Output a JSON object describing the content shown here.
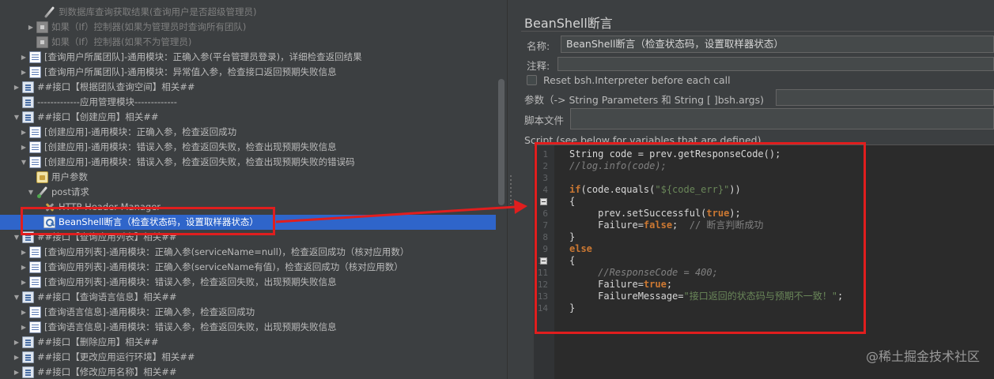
{
  "tree": {
    "rows": [
      {
        "label": "到数据库查询获取结果(查询用户是否超级管理员)",
        "icon": "feather-icon",
        "dim": true,
        "toggle": ""
      },
      {
        "label": "如果（If）控制器(如果为管理员时查询所有团队)",
        "icon": "if-controller-icon",
        "dim": true,
        "toggle": "▶"
      },
      {
        "label": "如果（If）控制器(如果不为管理员)",
        "icon": "if-controller-icon",
        "dim": true,
        "toggle": ""
      },
      {
        "label": "[查询用户所属团队]-通用模块：正确入参(平台管理员登录)，详细检查返回结果",
        "icon": "sampler-icon",
        "toggle": "▶"
      },
      {
        "label": "[查询用户所属团队]-通用模块：异常值入参，检查接口返回预期失败信息",
        "icon": "sampler-icon",
        "toggle": "▶"
      },
      {
        "label": "##接口【根据团队查询空间】相关##",
        "icon": "thread-group-icon",
        "toggle": "▶"
      },
      {
        "label": "-------------应用管理模块-------------",
        "icon": "thread-group-icon",
        "toggle": ""
      },
      {
        "label": "##接口【创建应用】相关##",
        "icon": "thread-group-icon",
        "toggle": "▼"
      },
      {
        "label": "[创建应用]-通用模块：正确入参，检查返回成功",
        "icon": "sampler-icon",
        "toggle": "▶"
      },
      {
        "label": "[创建应用]-通用模块：错误入参，检查返回失败，检查出现预期失败信息",
        "icon": "sampler-icon",
        "toggle": "▶"
      },
      {
        "label": "[创建应用]-通用模块：错误入参，检查返回失败，检查出现预期失败的错误码",
        "icon": "sampler-icon",
        "toggle": "▼"
      },
      {
        "label": "用户参数",
        "icon": "parameters-icon",
        "toggle": ""
      },
      {
        "label": "post请求",
        "icon": "feather-icon",
        "toggle": "▼"
      },
      {
        "label": "HTTP Header Manager",
        "icon": "tools-icon",
        "toggle": ""
      },
      {
        "label": "BeanShell断言（检查状态码，设置取样器状态）",
        "icon": "assertion-icon",
        "toggle": "",
        "selected": true
      },
      {
        "label": "##接口【查询应用列表】相关##",
        "icon": "thread-group-icon",
        "toggle": "▼"
      },
      {
        "label": "[查询应用列表]-通用模块：正确入参(serviceName=null)，检查返回成功（核对应用数）",
        "icon": "sampler-icon",
        "toggle": "▶"
      },
      {
        "label": "[查询应用列表]-通用模块：正确入参(serviceName有值)，检查返回成功（核对应用数）",
        "icon": "sampler-icon",
        "toggle": "▶"
      },
      {
        "label": "[查询应用列表]-通用模块：错误入参，检查返回失败，出现预期失败信息",
        "icon": "sampler-icon",
        "toggle": "▶"
      },
      {
        "label": "##接口【查询语言信息】相关##",
        "icon": "thread-group-icon",
        "toggle": "▼"
      },
      {
        "label": "[查询语言信息]-通用模块：正确入参，检查返回成功",
        "icon": "sampler-icon",
        "toggle": "▶"
      },
      {
        "label": "[查询语言信息]-通用模块：错误入参，检查返回失败，出现预期失败信息",
        "icon": "sampler-icon",
        "toggle": "▶"
      },
      {
        "label": "##接口【删除应用】相关##",
        "icon": "thread-group-icon",
        "toggle": "▶"
      },
      {
        "label": "##接口【更改应用运行环境】相关##",
        "icon": "thread-group-icon",
        "toggle": "▶"
      },
      {
        "label": "##接口【修改应用名称】相关##",
        "icon": "thread-group-icon",
        "toggle": "▶"
      }
    ]
  },
  "panel": {
    "title": "BeanShell断言",
    "name_label": "名称:",
    "name_value": "BeanShell断言（检查状态码，设置取样器状态）",
    "comment_label": "注释:",
    "comment_value": "",
    "reset_label": "Reset bsh.Interpreter before each call",
    "reset_checked": false,
    "params_label": "参数（-> String Parameters 和 String [ ]bsh.args)",
    "params_value": "",
    "script_file_label": "脚本文件",
    "script_file_value": "",
    "script_label": "Script (see below for variables that are defined)"
  },
  "editor": {
    "lines": [
      [
        {
          "t": "String code = prev.getResponseCode();",
          "s": "plain"
        }
      ],
      [
        {
          "t": "//log.info(code);",
          "s": "comment"
        }
      ],
      [],
      [
        {
          "t": "if",
          "s": "kw"
        },
        {
          "t": "(code.equals(",
          "s": "plain"
        },
        {
          "t": "\"${code_err}\"",
          "s": "str"
        },
        {
          "t": "))",
          "s": "plain"
        }
      ],
      [
        {
          "t": "{",
          "s": "plain"
        }
      ],
      [
        {
          "t": "     prev.setSuccessful(",
          "s": "plain"
        },
        {
          "t": "true",
          "s": "kw"
        },
        {
          "t": ");",
          "s": "plain"
        }
      ],
      [
        {
          "t": "     Failure=",
          "s": "plain"
        },
        {
          "t": "false",
          "s": "kw"
        },
        {
          "t": ";  ",
          "s": "plain"
        },
        {
          "t": "// 断言判断成功",
          "s": "comment-plain"
        }
      ],
      [
        {
          "t": "}",
          "s": "plain"
        }
      ],
      [
        {
          "t": "else",
          "s": "kw"
        }
      ],
      [
        {
          "t": "{",
          "s": "plain"
        }
      ],
      [
        {
          "t": "     //ResponseCode = 400;",
          "s": "comment"
        }
      ],
      [
        {
          "t": "     Failure=",
          "s": "plain"
        },
        {
          "t": "true",
          "s": "kw"
        },
        {
          "t": ";",
          "s": "plain"
        }
      ],
      [
        {
          "t": "     FailureMessage=",
          "s": "plain"
        },
        {
          "t": "\"接口返回的状态码与预期不一致！\"",
          "s": "str"
        },
        {
          "t": ";",
          "s": "plain"
        }
      ],
      [
        {
          "t": "}",
          "s": "plain"
        }
      ]
    ],
    "fold_lines": [
      5,
      10
    ]
  },
  "watermark": "@稀土掘金技术社区",
  "colors": {
    "background": "#3c3f41",
    "selection": "#2f65ca",
    "annotation": "#e01e1e",
    "editor_bg": "#2b2b2b"
  }
}
